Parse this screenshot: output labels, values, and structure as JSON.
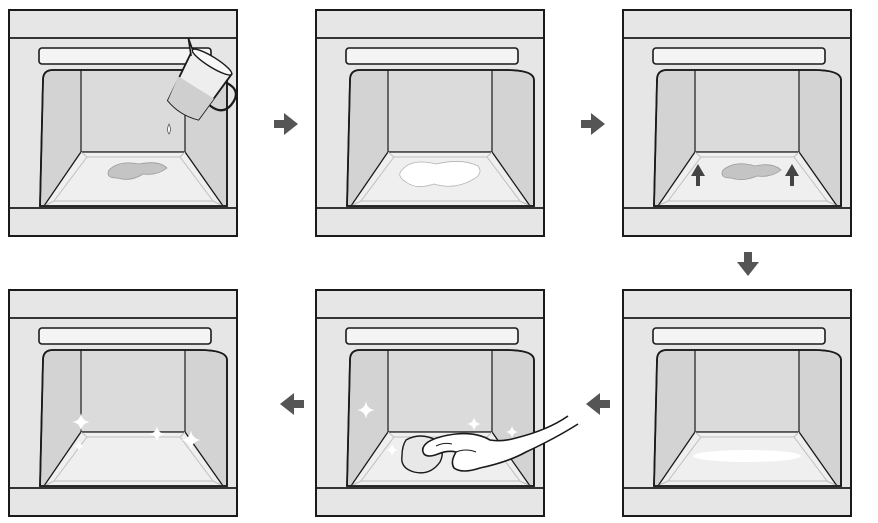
{
  "colors": {
    "frame": "#e6e6e6",
    "cavity_back": "#d9d9d9",
    "cavity_side": "#d3d3d3",
    "floor": "#f2f2f2",
    "line": "#1a1a1a",
    "arrow": "#555555",
    "water": "#bdbdbd",
    "sparkle": "#ffffff"
  },
  "steps": [
    {
      "id": "pour-water",
      "icon": "water-pitcher-icon"
    },
    {
      "id": "water-spreads",
      "icon": "water-spill-icon"
    },
    {
      "id": "steam-rises",
      "icon": "up-arrow-icon"
    },
    {
      "id": "water-evaporated",
      "icon": "residue-icon"
    },
    {
      "id": "wipe-clean",
      "icon": "wiping-hand-icon"
    },
    {
      "id": "clean-oven",
      "icon": "sparkle-icon"
    }
  ],
  "flow": [
    {
      "from": "pour-water",
      "to": "water-spreads",
      "direction": "right"
    },
    {
      "from": "water-spreads",
      "to": "steam-rises",
      "direction": "right"
    },
    {
      "from": "steam-rises",
      "to": "water-evaporated",
      "direction": "down"
    },
    {
      "from": "water-evaporated",
      "to": "wipe-clean",
      "direction": "left"
    },
    {
      "from": "wipe-clean",
      "to": "clean-oven",
      "direction": "left"
    }
  ]
}
